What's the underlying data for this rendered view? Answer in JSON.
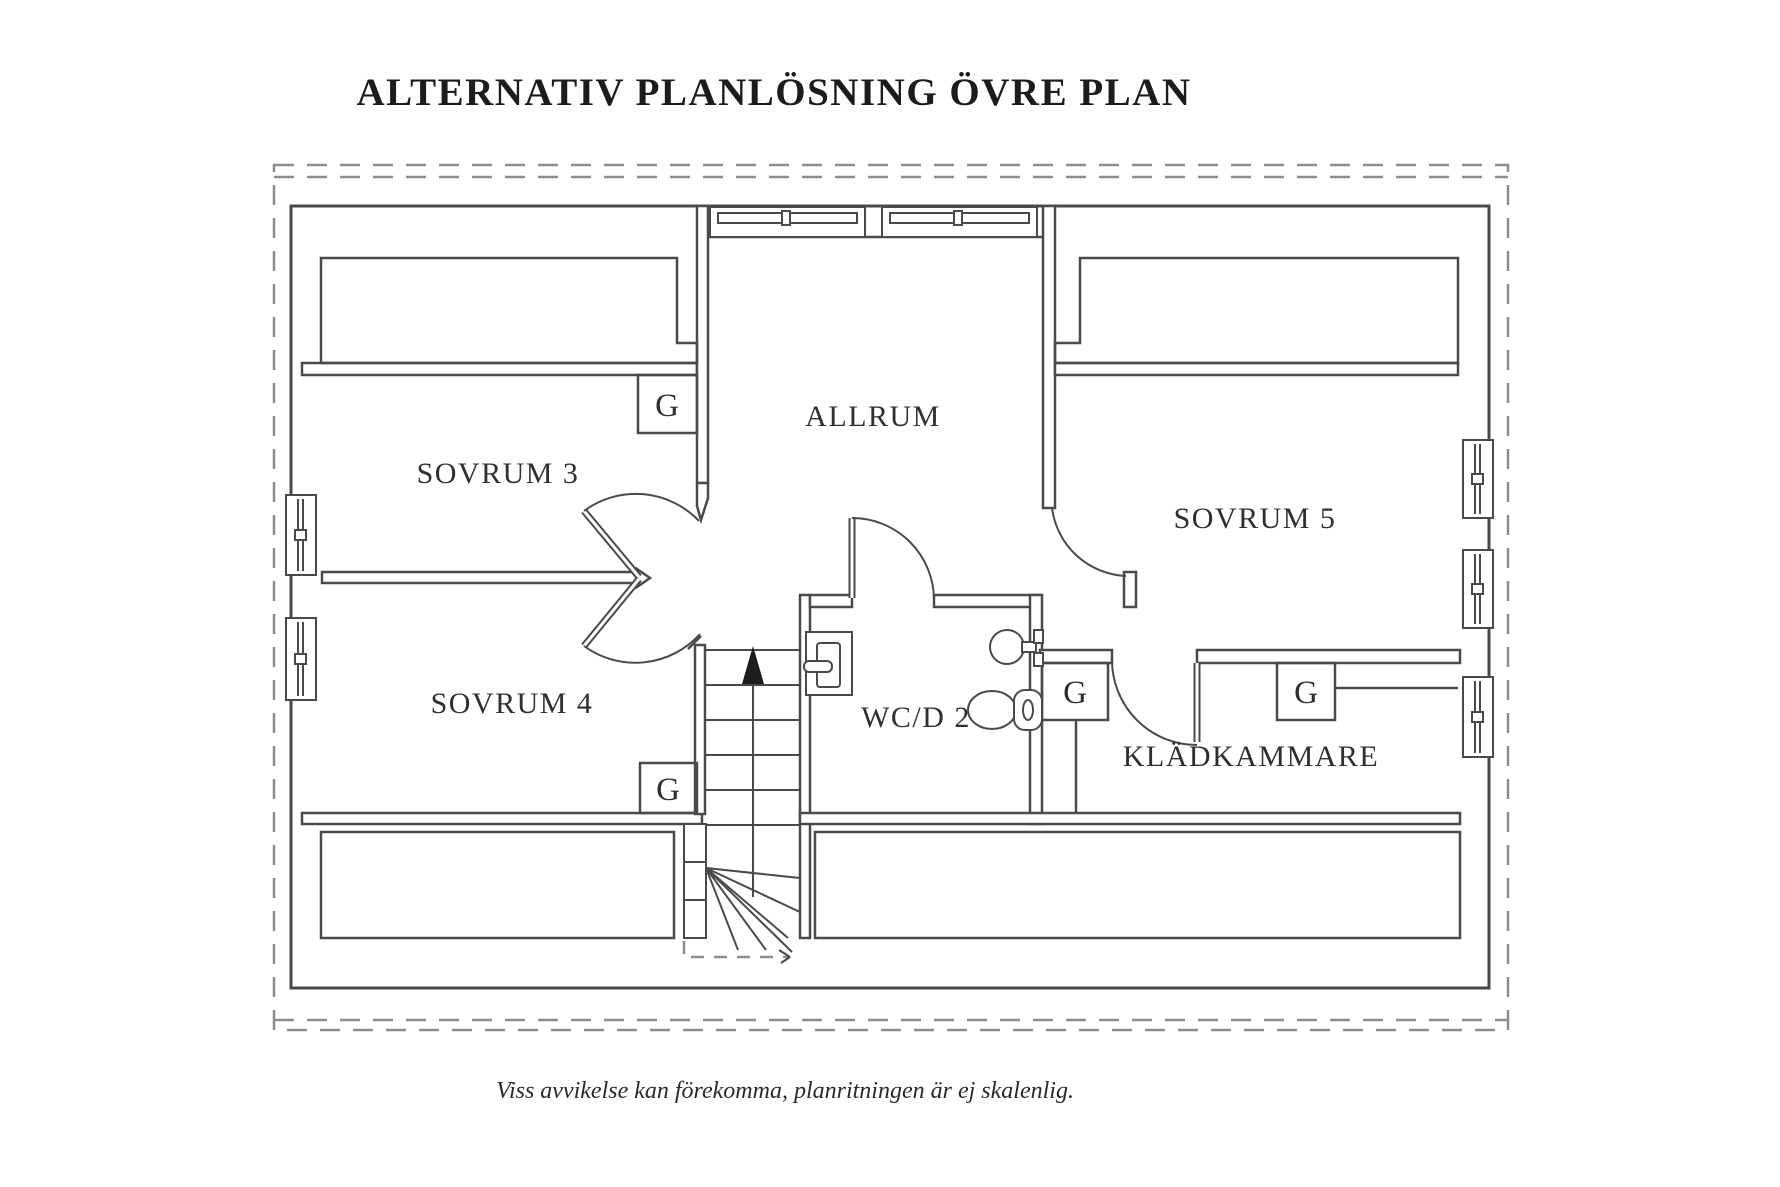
{
  "page": {
    "title": "ALTERNATIV PLANLÖSNING ÖVRE PLAN",
    "disclaimer": "Viss avvikelse kan förekomma, planritningen är ej skalenlig."
  },
  "rooms": {
    "allrum": "ALLRUM",
    "sovrum3": "SOVRUM 3",
    "sovrum4": "SOVRUM 4",
    "sovrum5": "SOVRUM 5",
    "wcd2": "WC/D 2",
    "kladkammare": "KLÄDKAMMARE"
  },
  "labels": {
    "closet": "G"
  },
  "colors": {
    "wall_line": "#4a4a4a",
    "dashed_line": "#8c8c8c",
    "text": "#2f2f2f"
  }
}
